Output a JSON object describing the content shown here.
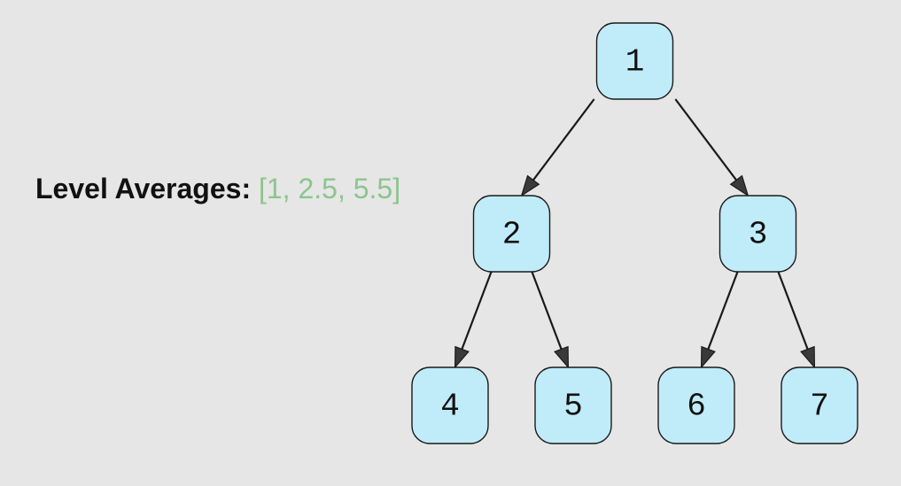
{
  "result": {
    "label": "Level Averages:",
    "value": "[1, 2.5, 5.5]",
    "value_color": "#8dc48d"
  },
  "tree": {
    "node_fill": "#c0ecfa",
    "nodes": [
      {
        "id": "1",
        "label": "1",
        "level": 0
      },
      {
        "id": "2",
        "label": "2",
        "level": 1
      },
      {
        "id": "3",
        "label": "3",
        "level": 1
      },
      {
        "id": "4",
        "label": "4",
        "level": 2
      },
      {
        "id": "5",
        "label": "5",
        "level": 2
      },
      {
        "id": "6",
        "label": "6",
        "level": 2
      },
      {
        "id": "7",
        "label": "7",
        "level": 2
      }
    ],
    "edges": [
      {
        "from": "1",
        "to": "2"
      },
      {
        "from": "1",
        "to": "3"
      },
      {
        "from": "2",
        "to": "4"
      },
      {
        "from": "2",
        "to": "5"
      },
      {
        "from": "3",
        "to": "6"
      },
      {
        "from": "3",
        "to": "7"
      }
    ]
  }
}
